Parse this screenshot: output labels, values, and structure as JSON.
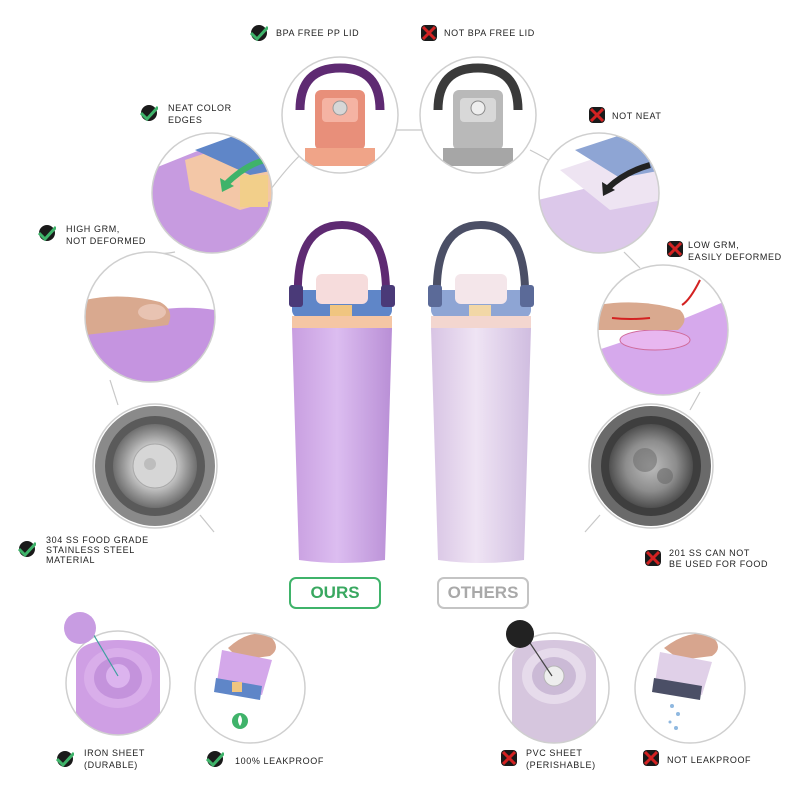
{
  "colors": {
    "good": "#3fb36a",
    "bad": "#d32222",
    "ours_body": "#d6b2e8",
    "others_body": "#e4d4ec",
    "lid_blue": "#5f86c8",
    "handle_ours": "#5e2a72",
    "handle_others": "#4b4f66"
  },
  "icons": {
    "good": "checkmark-icon",
    "bad": "cross-icon"
  },
  "labels": {
    "bpa_free": "BPA FREE PP LID",
    "not_bpa_free": "NOT BPA FREE LID",
    "neat_edges_1": "NEAT COLOR",
    "neat_edges_2": "EDGES",
    "not_neat": "NOT NEAT",
    "high_grm_1": "HIGH GRM,",
    "high_grm_2": "NOT DEFORMED",
    "low_grm_1": "LOW GRM,",
    "low_grm_2": "EASILY DEFORMED",
    "ss304_1": "304 SS FOOD GRADE",
    "ss304_2": "STAINLESS STEEL",
    "ss304_3": "MATERIAL",
    "ss201_1": "201 SS CAN NOT",
    "ss201_2": "BE USED FOR FOOD",
    "ours": "OURS",
    "others": "OTHERS",
    "iron_1": "IRON SHEET",
    "iron_2": "(DURABLE)",
    "leakproof": "100% LEAKPROOF",
    "pvc_1": "PVC SHEET",
    "pvc_2": "(PERISHABLE)",
    "not_leakproof": "NOT LEAKPROOF"
  }
}
